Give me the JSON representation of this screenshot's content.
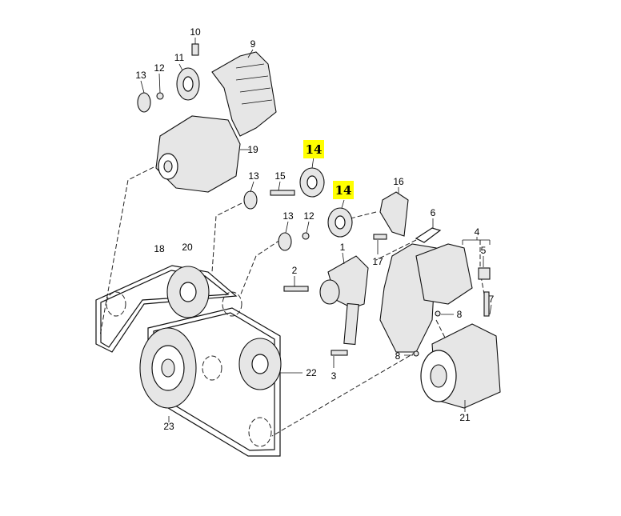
{
  "diagram": {
    "title": "Belt drive components exploded view",
    "highlight_color": "#ffff00",
    "labels": {
      "p10": "10",
      "p9": "9",
      "p13a": "13",
      "p12a": "12",
      "p11": "11",
      "p19": "19",
      "p14a": "14",
      "p13b": "13",
      "p15": "15",
      "p14b": "14",
      "p16": "16",
      "p13c": "13",
      "p12b": "12",
      "p6": "6",
      "p18": "18",
      "p20": "20",
      "p1": "1",
      "p4": "4",
      "p5": "5",
      "p2": "2",
      "p17": "17",
      "p7": "7",
      "p8a": "8",
      "p8b": "8",
      "p3": "3",
      "p22": "22",
      "p21": "21",
      "p23": "23"
    }
  }
}
